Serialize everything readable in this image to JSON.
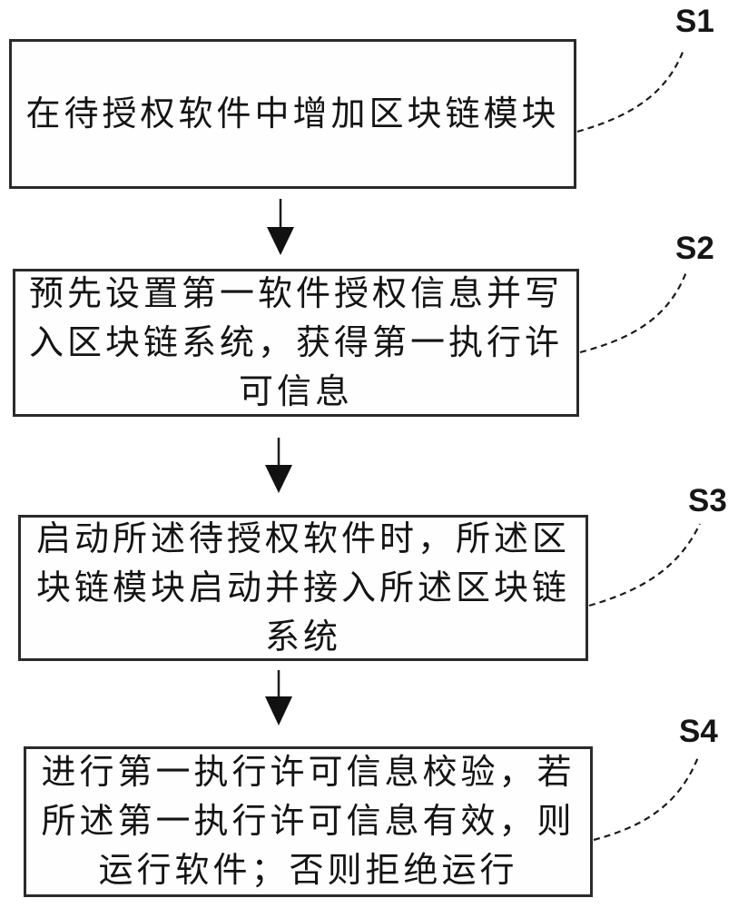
{
  "diagram": {
    "type": "flowchart",
    "steps": [
      {
        "label": "S1",
        "lines": [
          "在待授权软件中增加区块链模块"
        ]
      },
      {
        "label": "S2",
        "lines": [
          "预先设置第一软件授权信息并写",
          "入区块链系统，获得第一执行许",
          "可信息"
        ]
      },
      {
        "label": "S3",
        "lines": [
          "启动所述待授权软件时，所述区",
          "块链模块启动并接入所述区块链",
          "系统"
        ]
      },
      {
        "label": "S4",
        "lines": [
          "进行第一执行许可信息校验，若",
          "所述第一执行许可信息有效，则",
          "运行软件；否则拒绝运行"
        ]
      }
    ],
    "colors": {
      "ink": "#1c1c1c",
      "background": "#ffffff"
    }
  }
}
